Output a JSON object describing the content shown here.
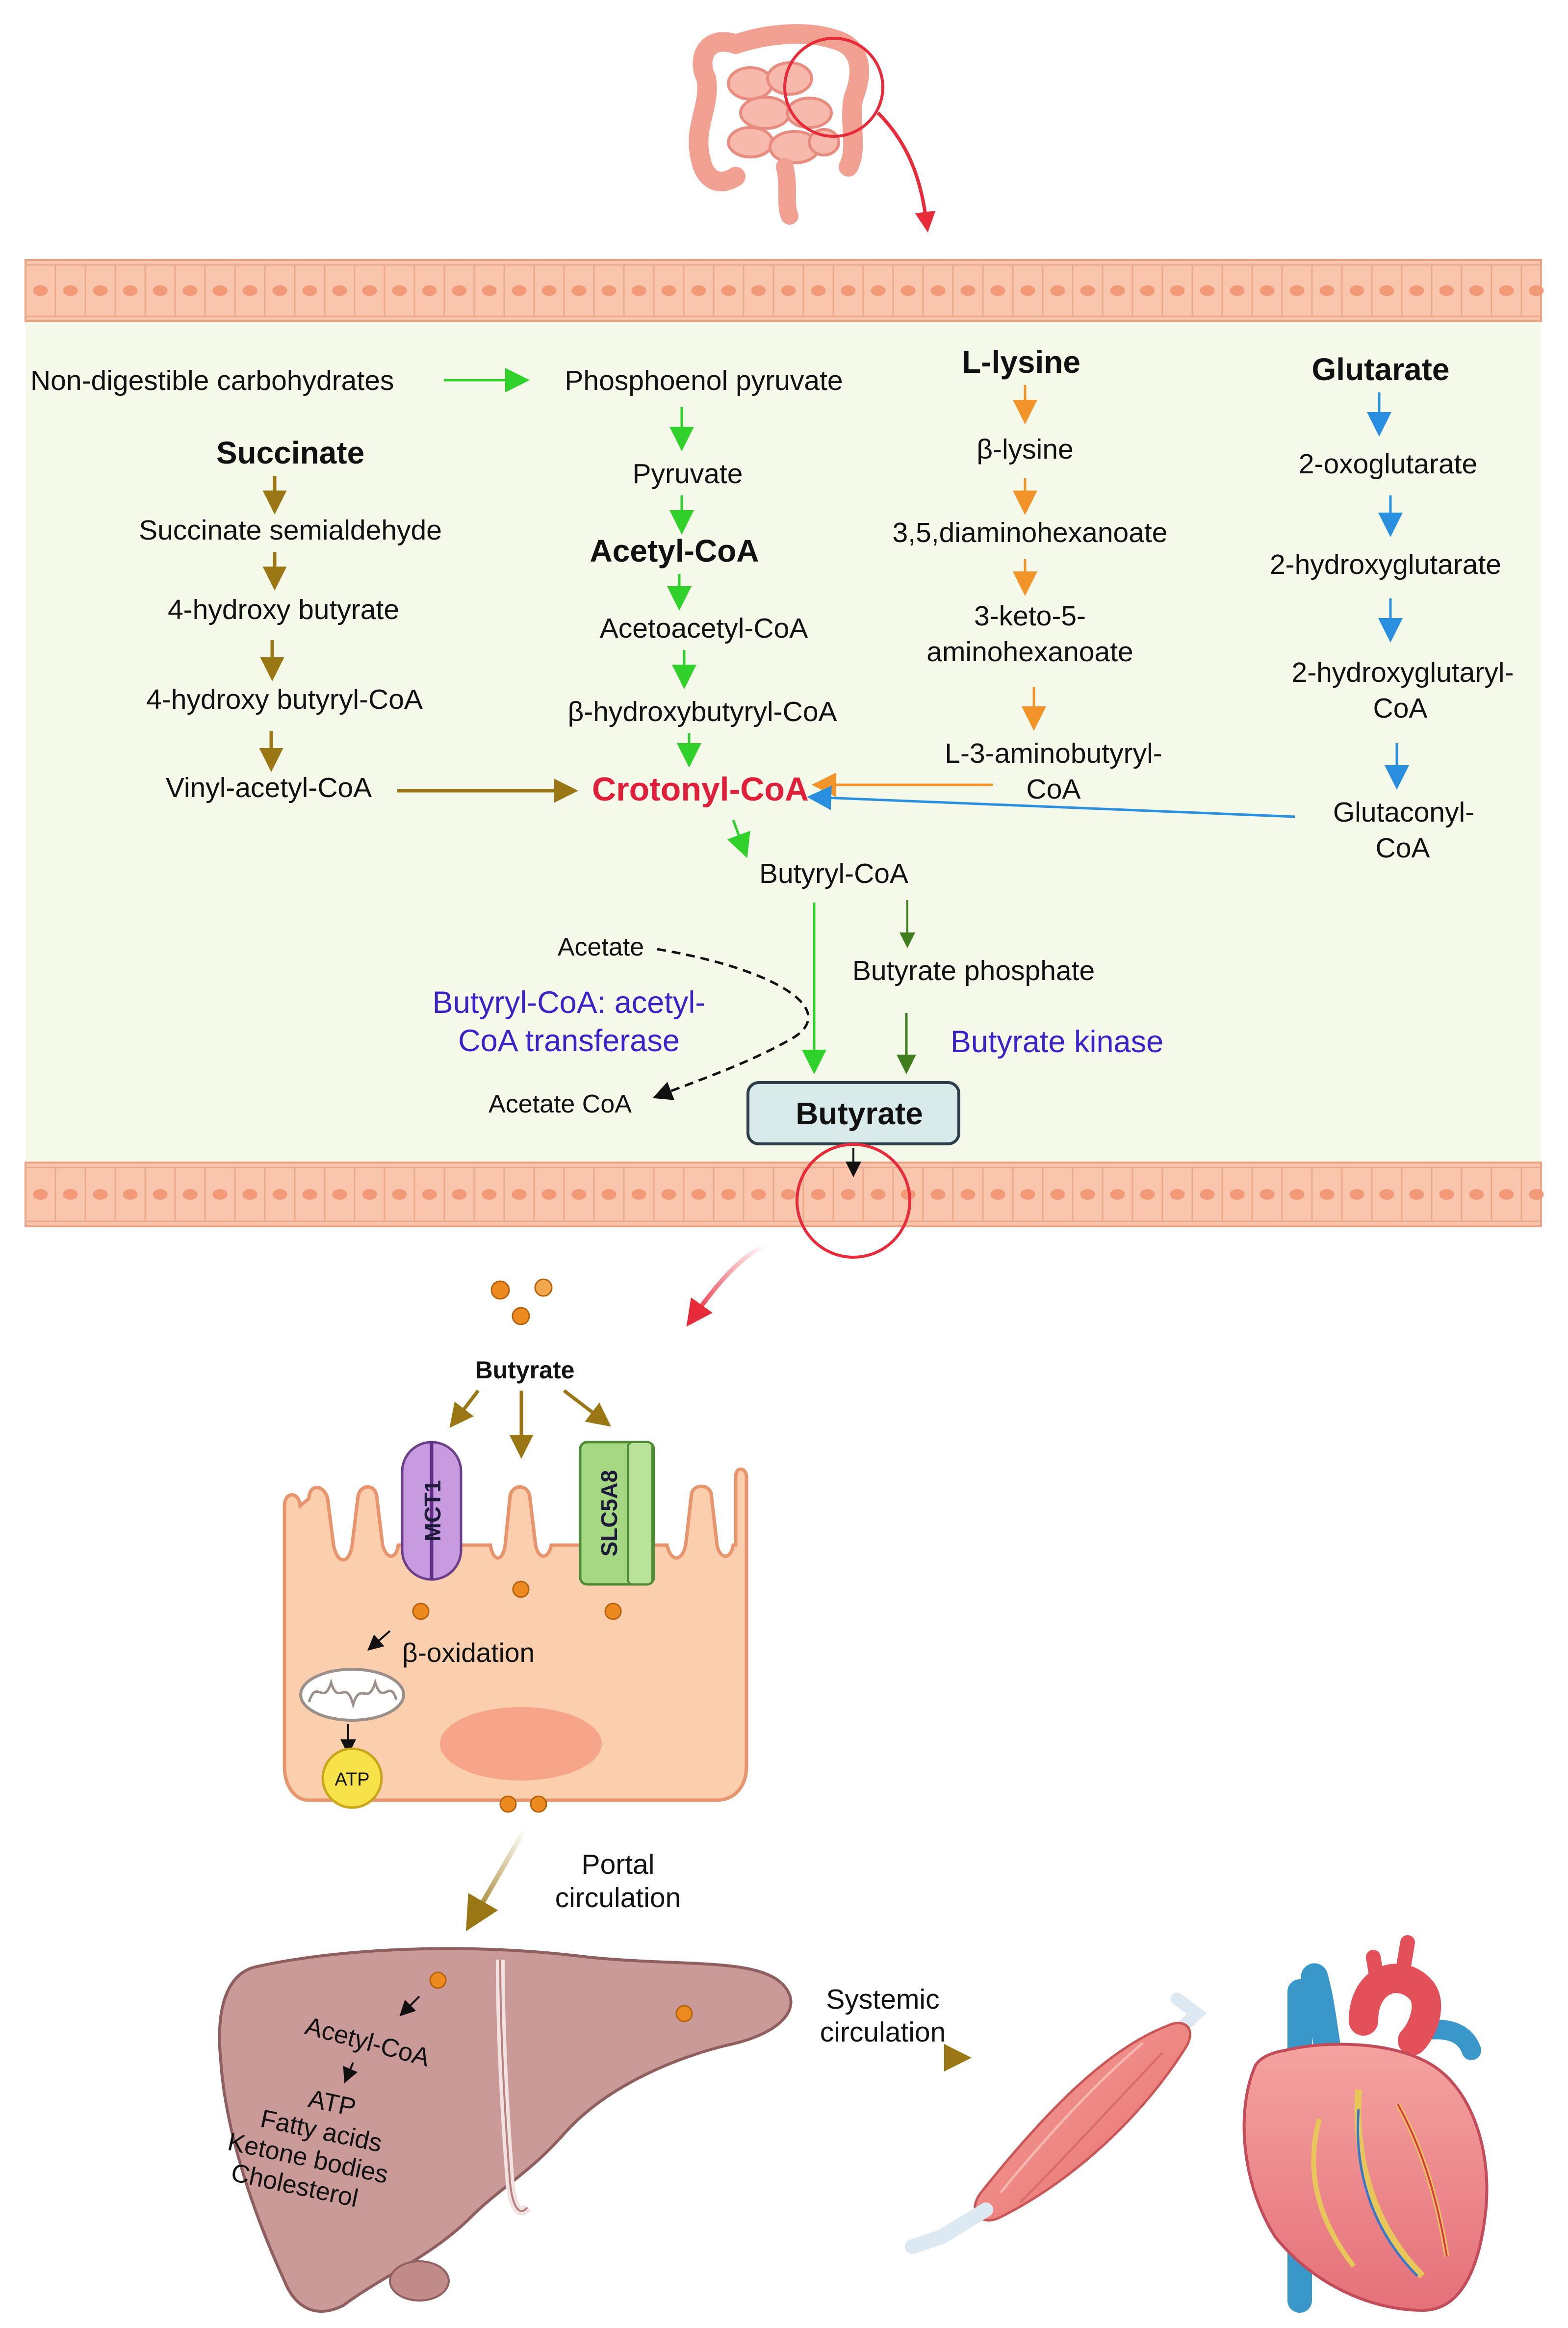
{
  "colors": {
    "colonic_bg": "#f4f9ea",
    "epithelium": "#f9c6ad",
    "epithelium_dot": "#f29a78",
    "arrow_green": "#2fd12a",
    "arrow_dark_green": "#3f7d1f",
    "arrow_brown": "#9a7614",
    "arrow_orange": "#f29429",
    "arrow_blue": "#2b8fe0",
    "arrow_red": "#e82b3a",
    "enzyme_text": "#3b22c9",
    "crotonyl_text": "#e0203a",
    "butyrate_box": "#d8ebea",
    "cell": "#fbcfae",
    "cell_border": "#e8956e",
    "liver": "#c99a98",
    "mct1": "#c89be0",
    "slc5a8": "#a6d884",
    "atp": "#f8e24a",
    "butyrate_particle": "#ec8a20"
  },
  "icons": [
    "intestine-icon",
    "mitochondrion-icon",
    "liver-icon",
    "muscle-icon",
    "heart-icon"
  ],
  "pathway": {
    "carb": {
      "source": "Non-digestible carbohydrates",
      "steps": [
        "Phosphoenol pyruvate",
        "Pyruvate",
        "Acetyl-CoA",
        "Acetoacetyl-CoA",
        "β-hydroxybutyryl-CoA"
      ]
    },
    "succinate": {
      "source": "Succinate",
      "steps": [
        "Succinate semialdehyde",
        "4-hydroxy butyrate",
        "4-hydroxy butyryl-CoA",
        "Vinyl-acetyl-CoA"
      ]
    },
    "lysine": {
      "source": "L-lysine",
      "steps": [
        "β-lysine",
        "3,5,diaminohexanoate",
        "3-keto-5-",
        "aminohexanoate",
        "L-3-aminobutyryl-",
        "CoA"
      ]
    },
    "glutarate": {
      "source": "Glutarate",
      "steps": [
        "2-oxoglutarate",
        "2-hydroxyglutarate",
        "2-hydroxyglutaryl-",
        "CoA",
        "Glutaconyl-",
        "CoA"
      ]
    },
    "crotonyl": "Crotonyl-CoA",
    "butyryl": "Butyryl-CoA",
    "butyrate_phosphate": "Butyrate phosphate",
    "acetate": "Acetate",
    "acetate_coa": "Acetate CoA",
    "enzyme_transferase": [
      "Butyryl-CoA: acetyl-",
      "CoA transferase"
    ],
    "enzyme_kinase": "Butyrate kinase",
    "product": "Butyrate"
  },
  "absorption": {
    "butyrate_label": "Butyrate",
    "transporter_mct1": "MCT1",
    "transporter_slc5a8": "SLC5A8",
    "beta_oxidation": "β-oxidation",
    "atp": "ATP",
    "portal": [
      "Portal",
      "circulation"
    ]
  },
  "liver": {
    "items": [
      "Acetyl-CoA",
      "ATP",
      "Fatty acids",
      "Ketone bodies",
      "Cholesterol"
    ]
  },
  "systemic": [
    "Systemic",
    "circulation"
  ]
}
